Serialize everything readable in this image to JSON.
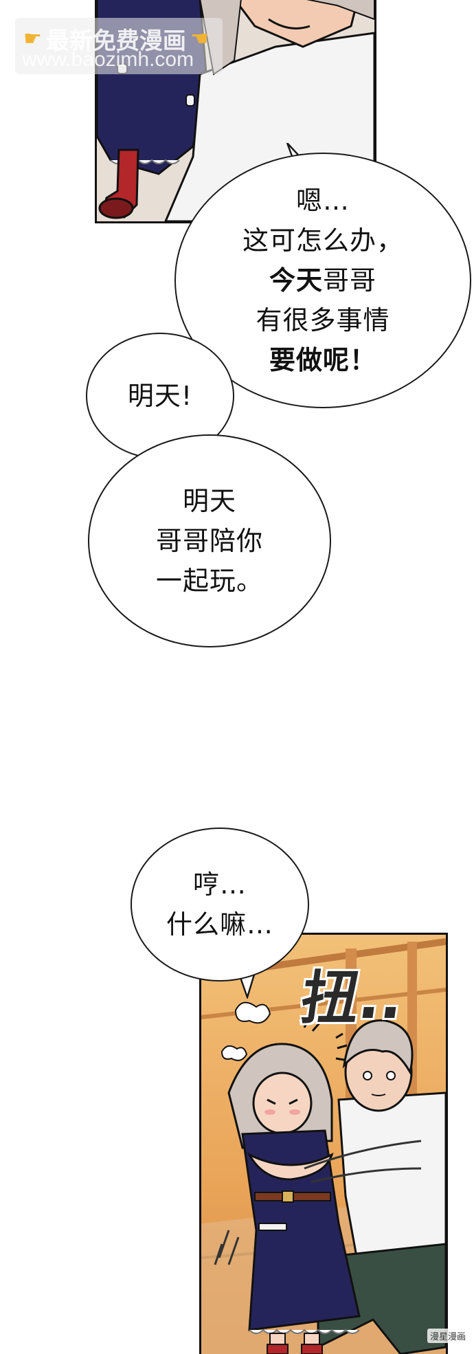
{
  "watermark": {
    "line1": "最新免费漫画",
    "line2": "www.baozimh.com"
  },
  "bubbles": {
    "b1": {
      "lines": [
        {
          "text": "嗯…",
          "bold": false
        },
        {
          "text": "这可怎么办，",
          "bold": false
        },
        {
          "text": "今天",
          "bold": true,
          "rest": "哥哥"
        },
        {
          "text": "有很多事情",
          "bold": false
        },
        {
          "text": "要做呢！",
          "bold": false
        }
      ]
    },
    "b2": {
      "lines": [
        {
          "text": "明天!"
        }
      ]
    },
    "b3": {
      "lines": [
        {
          "text": "明天"
        },
        {
          "text": "哥哥陪你"
        },
        {
          "text": "一起玩。"
        }
      ]
    },
    "b4": {
      "lines": [
        {
          "text": "哼…"
        },
        {
          "text": "什么嘛…"
        }
      ]
    }
  },
  "sfx": {
    "text": "扭.."
  },
  "corner_mark": {
    "text": "漫星漫画"
  },
  "colors": {
    "dress_navy": "#25245a",
    "shirt_white": "#f4f4f4",
    "sock_red": "#b3262a",
    "background_warm": "#e9a458",
    "hair_light": "#cfc4be"
  }
}
